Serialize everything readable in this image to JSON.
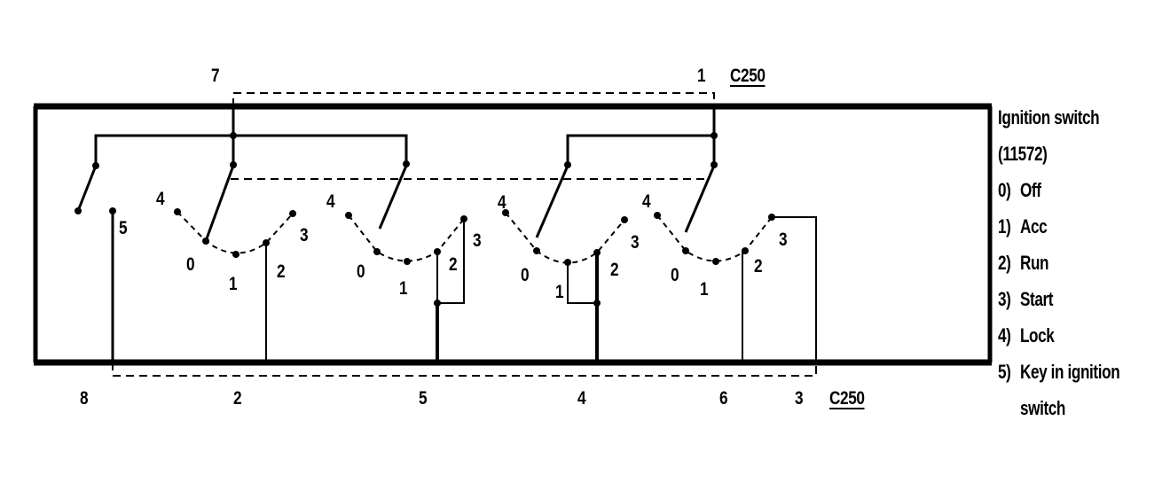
{
  "connector_top": {
    "name": "C250",
    "pins": {
      "left": "7",
      "right": "1"
    }
  },
  "connector_bottom": {
    "name": "C250",
    "pins": [
      "8",
      "2",
      "5",
      "4",
      "6",
      "3"
    ]
  },
  "switch_pin_labels": {
    "key_switch": "5",
    "deck1": [
      "4",
      "0",
      "1",
      "2",
      "3"
    ],
    "deck2": [
      "4",
      "0",
      "1",
      "2",
      "3"
    ],
    "deck3": [
      "4",
      "0",
      "1",
      "2",
      "3"
    ],
    "deck4": [
      "4",
      "0",
      "1",
      "2",
      "3"
    ]
  },
  "legend": {
    "title_line1": "Ignition switch",
    "title_line2": "(11572)",
    "items": [
      {
        "num": "0)",
        "label": "Off"
      },
      {
        "num": "1)",
        "label": "Acc"
      },
      {
        "num": "2)",
        "label": "Run"
      },
      {
        "num": "3)",
        "label": "Start"
      },
      {
        "num": "4)",
        "label": "Lock"
      },
      {
        "num": "5)",
        "label": "Key in ignition"
      }
    ],
    "item5_line2": "switch"
  }
}
